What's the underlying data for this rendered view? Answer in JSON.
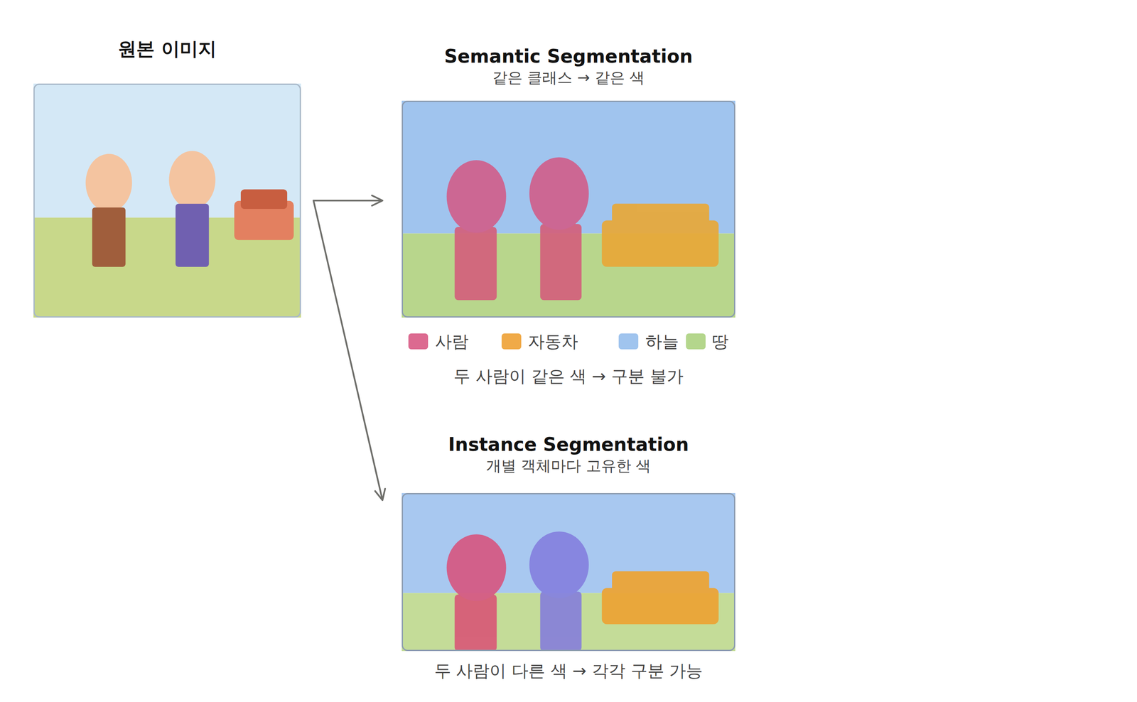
{
  "diagram": {
    "nodes": [
      {
        "text": [
          "원본 이미지"
        ]
      },
      {
        "text": [
          "Semantic Segmentation",
          "같은 클래스 → 같은 색"
        ]
      },
      {
        "text": [
          "Instance Segmentation",
          "개별 객체마다 고유한 색"
        ]
      }
    ],
    "edges": [
      {
        "from": 0,
        "to": 1,
        "arrow": "to"
      },
      {
        "from": 0,
        "to": 2,
        "arrow": "to"
      }
    ],
    "labels": [
      "두 사람이 같은 색 → 구분 불가",
      "두 사람이 다른 색 → 각각 구분 가능"
    ],
    "legend": [
      {
        "text": "사람",
        "color": "#dc6a90"
      },
      {
        "text": "자동차",
        "color": "#f0aa48"
      },
      {
        "text": "하늘",
        "color": "#a0c4ee"
      },
      {
        "text": "땅",
        "color": "#b4d68c"
      }
    ]
  }
}
